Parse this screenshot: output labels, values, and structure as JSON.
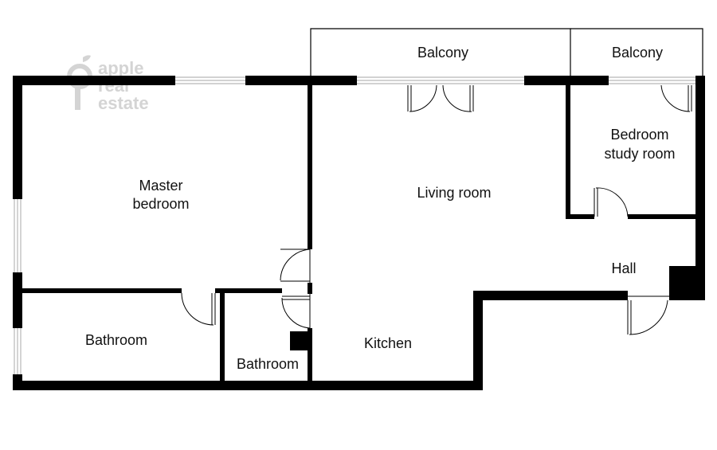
{
  "logo": {
    "line1": "apple",
    "line2": "real",
    "line3": "estate",
    "color": "#d4d4d4"
  },
  "rooms": {
    "balcony_left": "Balcony",
    "balcony_right": "Balcony",
    "master_bedroom_line1": "Master",
    "master_bedroom_line2": "bedroom",
    "living_room": "Living room",
    "bedroom_study_line1": "Bedroom",
    "bedroom_study_line2": "study room",
    "hall": "Hall",
    "bathroom_left": "Bathroom",
    "bathroom_small": "Bathroom",
    "kitchen": "Kitchen"
  },
  "colors": {
    "wall": "#000000",
    "thin_line": "#000000",
    "window": "#b8b8b8",
    "background": "#ffffff"
  }
}
